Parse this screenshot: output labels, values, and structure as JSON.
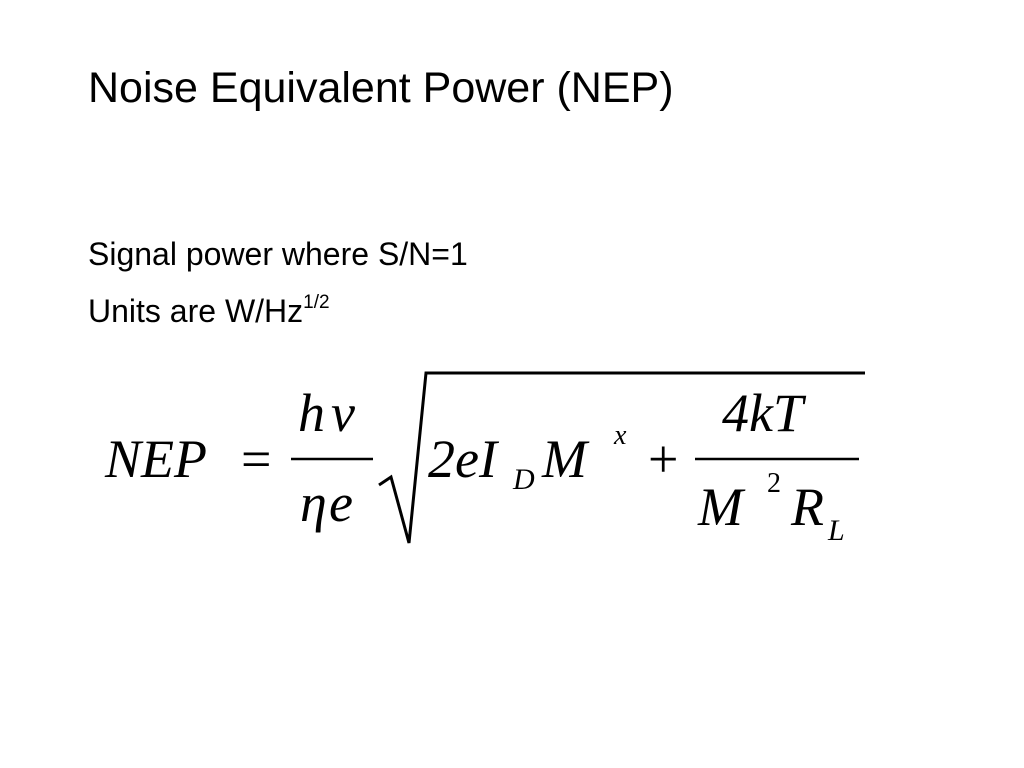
{
  "slide": {
    "title": "Noise Equivalent Power (NEP)",
    "line1": "Signal power where S/N=1",
    "line2_text": "Units are W/Hz",
    "line2_sup": "1/2"
  },
  "formula": {
    "lhs": "NEP",
    "equals": "=",
    "frac1_num_h": "h",
    "frac1_num_nu": "ν",
    "frac1_den_eta": "η",
    "frac1_den_e": "e",
    "term1_prefix": "2eI",
    "term1_sub": "D",
    "term1_M": "M",
    "term1_sup": "x",
    "plus": "+",
    "frac2_num": "4kT",
    "frac2_den_M": "M",
    "frac2_den_sup": "2",
    "frac2_den_R": "R",
    "frac2_den_sub": "L"
  }
}
